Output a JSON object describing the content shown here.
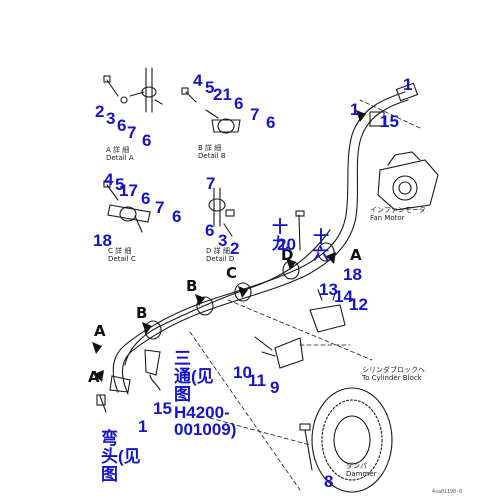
{
  "detail_labels": {
    "a_jp": "A 詳 細",
    "a_en": "Detail A",
    "b_jp": "B 詳 細",
    "b_en": "Detail B",
    "c_jp": "C 詳 細",
    "c_en": "Detail C",
    "d_jp": "D 詳 細",
    "d_en": "Detail D"
  },
  "components": {
    "fan_motor_jp": "インファンモータ",
    "fan_motor_en": "Fan Motor",
    "cyl_jp": "シリンダブロックへ",
    "cyl_en": "To Cylinder Block",
    "damper_jp": "ダンパ",
    "damper_en": "Dammer"
  },
  "view_letters": {
    "a_top": "A",
    "a_bot": "A",
    "b1": "B",
    "b2": "B",
    "c1": "C",
    "d1": "D",
    "a_right": "A"
  },
  "callouts": {
    "c_1_top": "1",
    "c_1_left": "1",
    "c_15_top": "15",
    "c_2_a": "2",
    "c_3_a": "3",
    "c_6_a1": "6",
    "c_7_a": "7",
    "c_6_a2": "6",
    "c_4_b": "4",
    "c_5_b": "5",
    "c_21_b": "21",
    "c_6_b1": "6",
    "c_7_b": "7",
    "c_6_b2": "6",
    "c_4_c": "4",
    "c_5_c": "5",
    "c_17_c": "17",
    "c_6_c1": "6",
    "c_7_c": "7",
    "c_6_c2": "6",
    "c_18_c": "18",
    "c_7_d": "7",
    "c_6_d": "6",
    "c_3_d": "3",
    "c_2_d": "2",
    "c_20": "20",
    "c_18_main": "18",
    "c_13": "13",
    "c_14": "14",
    "c_12": "12",
    "c_10": "10",
    "c_11": "11",
    "c_9": "9",
    "c_1_bot": "1",
    "c_15_bot": "15",
    "c_8": "8"
  },
  "annotations": {
    "tee_note": "三\n通(见\n图\nH4200-\n001009)",
    "elbow_note": "弯\n头(见\n图",
    "mark_1": "十\n九",
    "mark_2": "十\n六"
  },
  "doc_id": "4sa01190-0"
}
